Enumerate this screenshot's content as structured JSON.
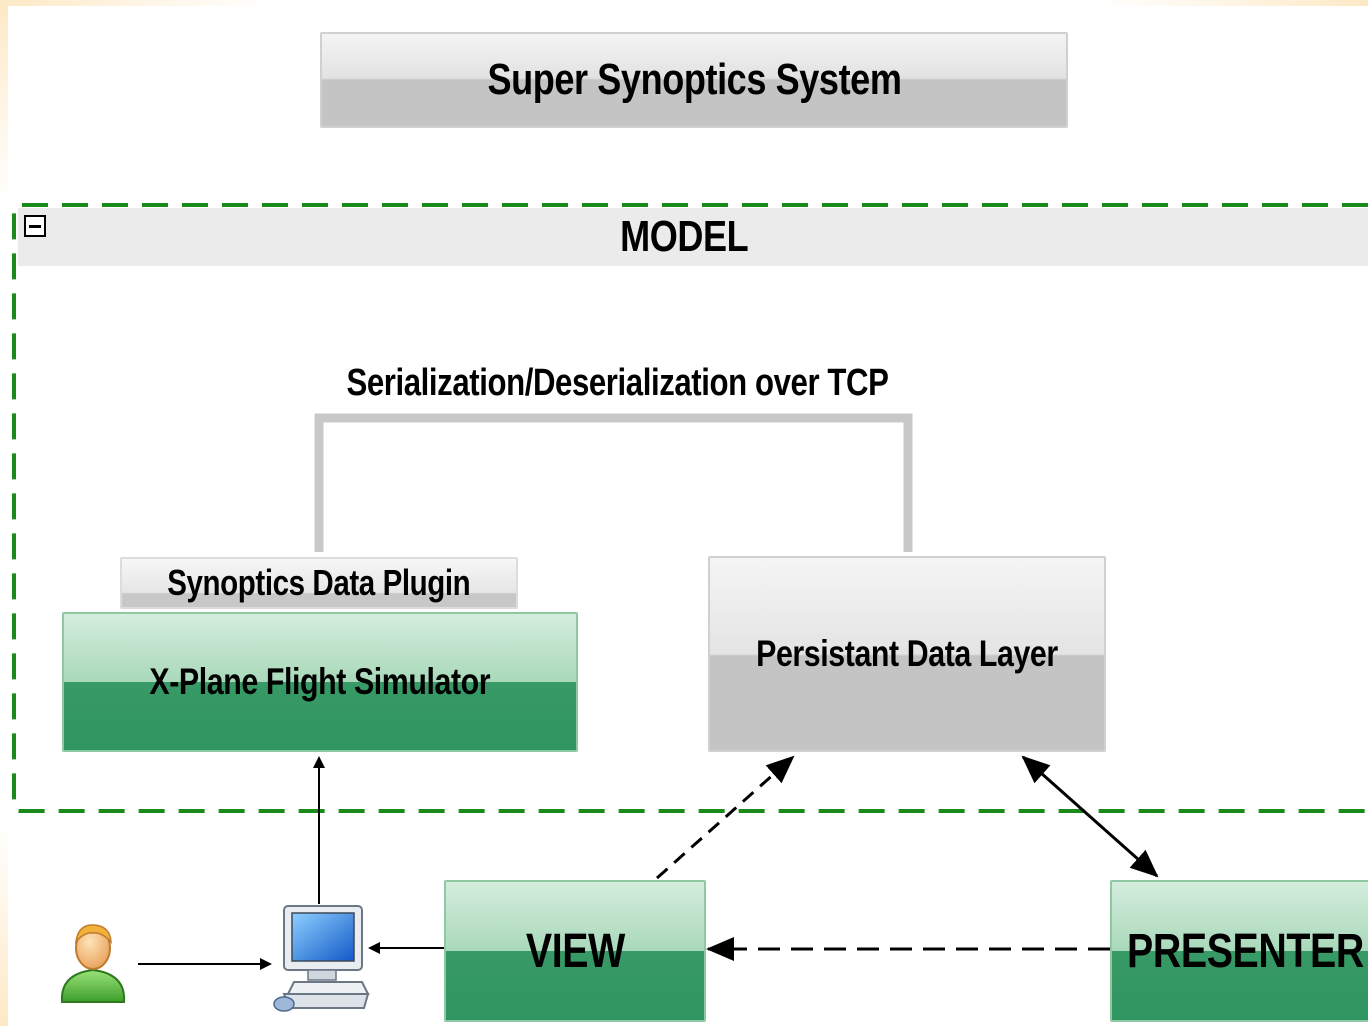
{
  "title": "Super Synoptics System",
  "model": {
    "label": "MODEL",
    "collapse_icon": "minus-icon",
    "connection_label": "Serialization/Deserialization over TCP"
  },
  "nodes": {
    "plugin": "Synoptics Data Plugin",
    "simulator": "X-Plane Flight Simulator",
    "data_layer": "Persistant Data Layer",
    "view": "VIEW",
    "presenter": "PRESENTER"
  },
  "icons": {
    "user": "user-icon",
    "computer": "computer-icon"
  },
  "colors": {
    "model_border": "#1a8a1a",
    "green_box": "#389a66",
    "gray_box": "#c4c4c4",
    "tcp_line": "#c8c8c8"
  }
}
